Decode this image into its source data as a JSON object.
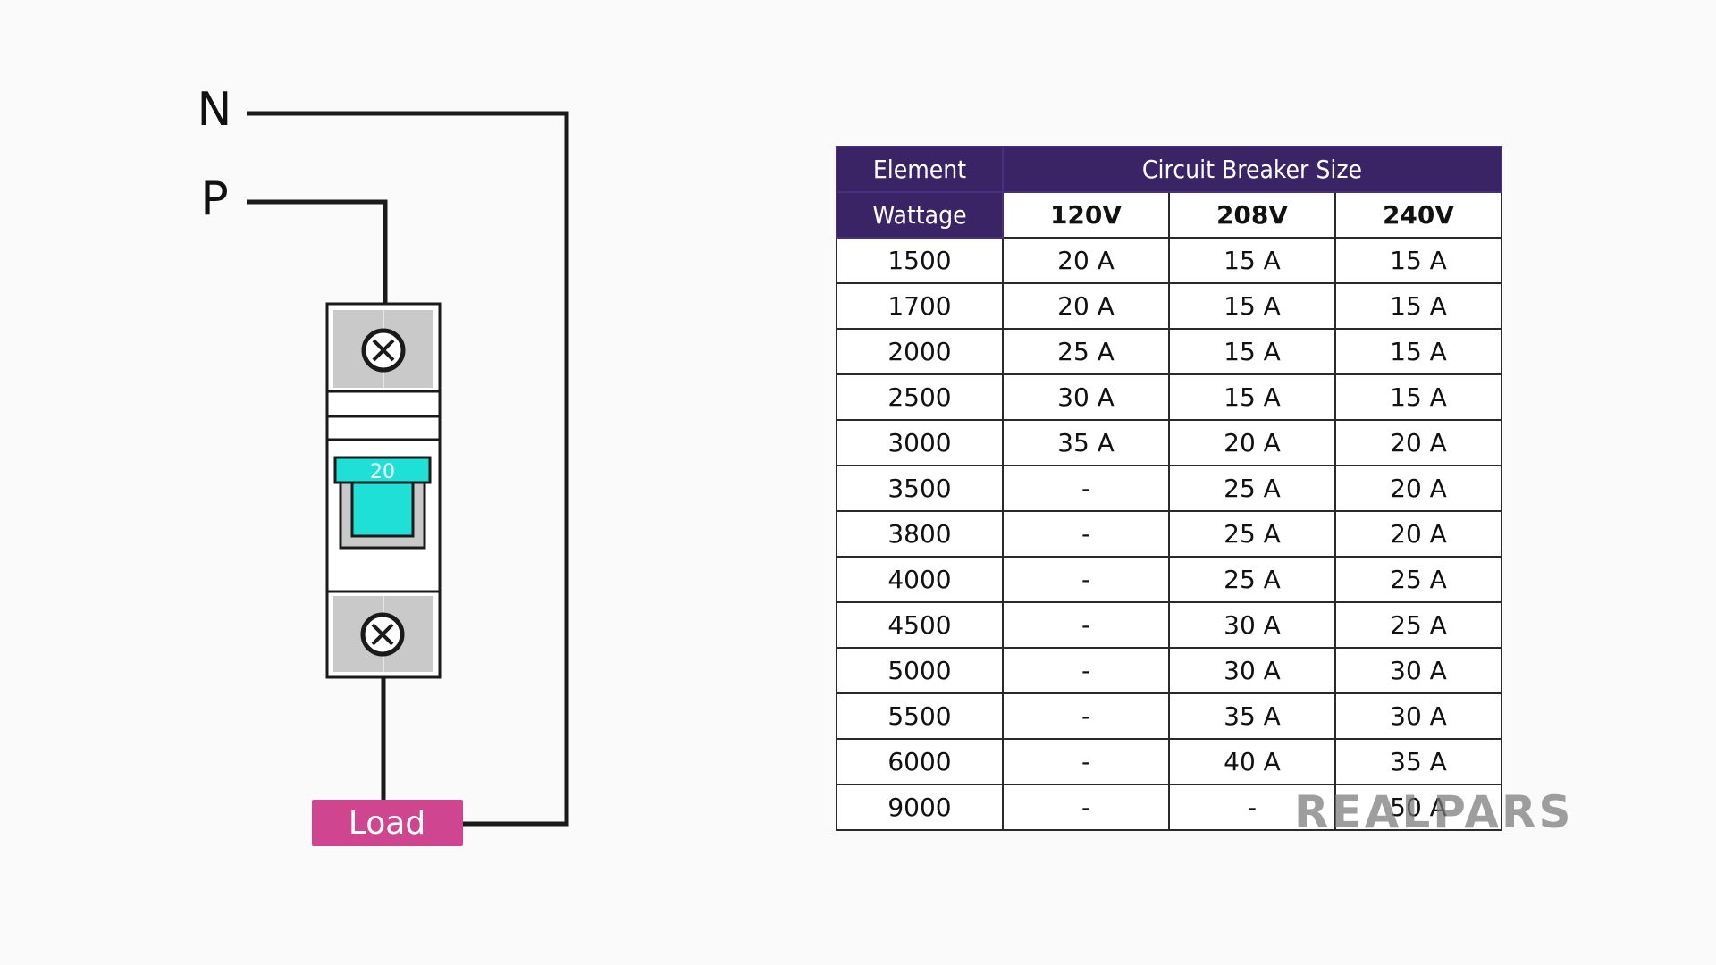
{
  "diagram": {
    "neutral_label": "N",
    "phase_label": "P",
    "breaker_rating": "20",
    "load_label": "Load",
    "colors": {
      "wire": "#1a1a1a",
      "breaker_handle": "#1fe0d6",
      "load_box": "#d0458f",
      "terminal": "#c9c9c9"
    }
  },
  "table": {
    "header_element": "Element",
    "header_wattage": "Wattage",
    "header_breaker": "Circuit Breaker Size",
    "voltages": [
      "120V",
      "208V",
      "240V"
    ],
    "rows": [
      [
        "1500",
        "20 A",
        "15 A",
        "15 A"
      ],
      [
        "1700",
        "20 A",
        "15 A",
        "15 A"
      ],
      [
        "2000",
        "25 A",
        "15 A",
        "15 A"
      ],
      [
        "2500",
        "30 A",
        "15 A",
        "15 A"
      ],
      [
        "3000",
        "35 A",
        "20 A",
        "20 A"
      ],
      [
        "3500",
        "-",
        "25 A",
        "20 A"
      ],
      [
        "3800",
        "-",
        "25 A",
        "20 A"
      ],
      [
        "4000",
        "-",
        "25 A",
        "25 A"
      ],
      [
        "4500",
        "-",
        "30 A",
        "25 A"
      ],
      [
        "5000",
        "-",
        "30 A",
        "30 A"
      ],
      [
        "5500",
        "-",
        "35 A",
        "30 A"
      ],
      [
        "6000",
        "-",
        "40 A",
        "35 A"
      ],
      [
        "9000",
        "-",
        "-",
        "50 A"
      ]
    ],
    "colors": {
      "header_bg": "#3b2466",
      "header_text": "#ffffff"
    }
  },
  "watermark": "REALPARS"
}
